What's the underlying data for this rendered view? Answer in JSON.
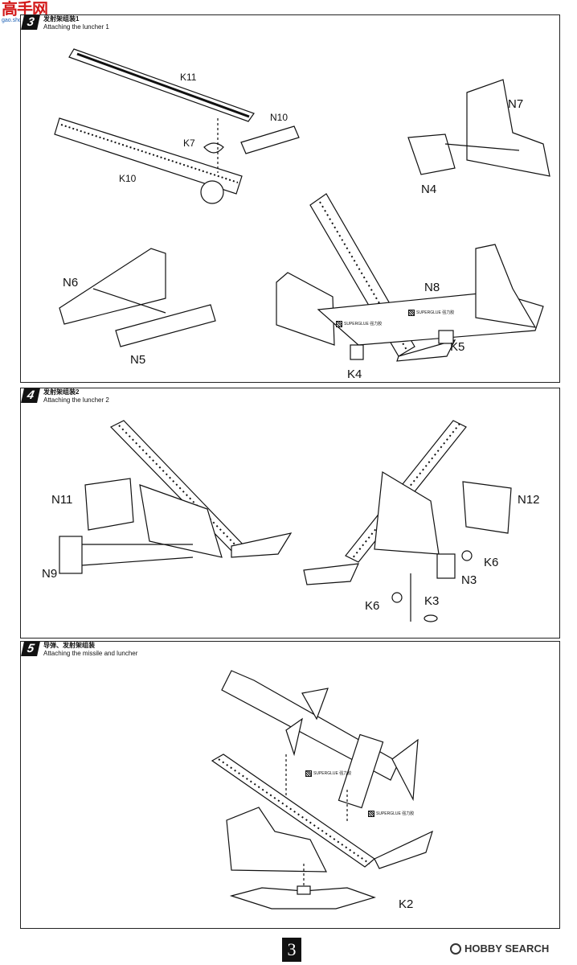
{
  "watermark_logo": {
    "text": "高手网",
    "url": "gao.shou.com"
  },
  "steps": [
    {
      "number": "3",
      "title_cn": "发射架组装1",
      "title_en": "Attaching the luncher 1",
      "labels": {
        "k11": "K11",
        "n10": "N10",
        "k7": "K7",
        "k10": "K10",
        "n7": "N7",
        "n4": "N4",
        "n6": "N6",
        "n5": "N5",
        "n8": "N8",
        "k4": "K4",
        "k5": "K5"
      }
    },
    {
      "number": "4",
      "title_cn": "发射架组装2",
      "title_en": "Attaching the luncher 2",
      "labels": {
        "n11": "N11",
        "n9": "N9",
        "n12": "N12",
        "k6a": "K6",
        "n3": "N3",
        "k6b": "K6",
        "k3": "K3"
      }
    },
    {
      "number": "5",
      "title_cn": "导弹、发射架组装",
      "title_en": "Attaching the missile and luncher",
      "labels": {
        "k2": "K2"
      }
    }
  ],
  "glue_note": {
    "en": "SUPERGLUE",
    "cn": "强力胶"
  },
  "page_number": "3",
  "site_watermark": "HOBBY SEARCH"
}
